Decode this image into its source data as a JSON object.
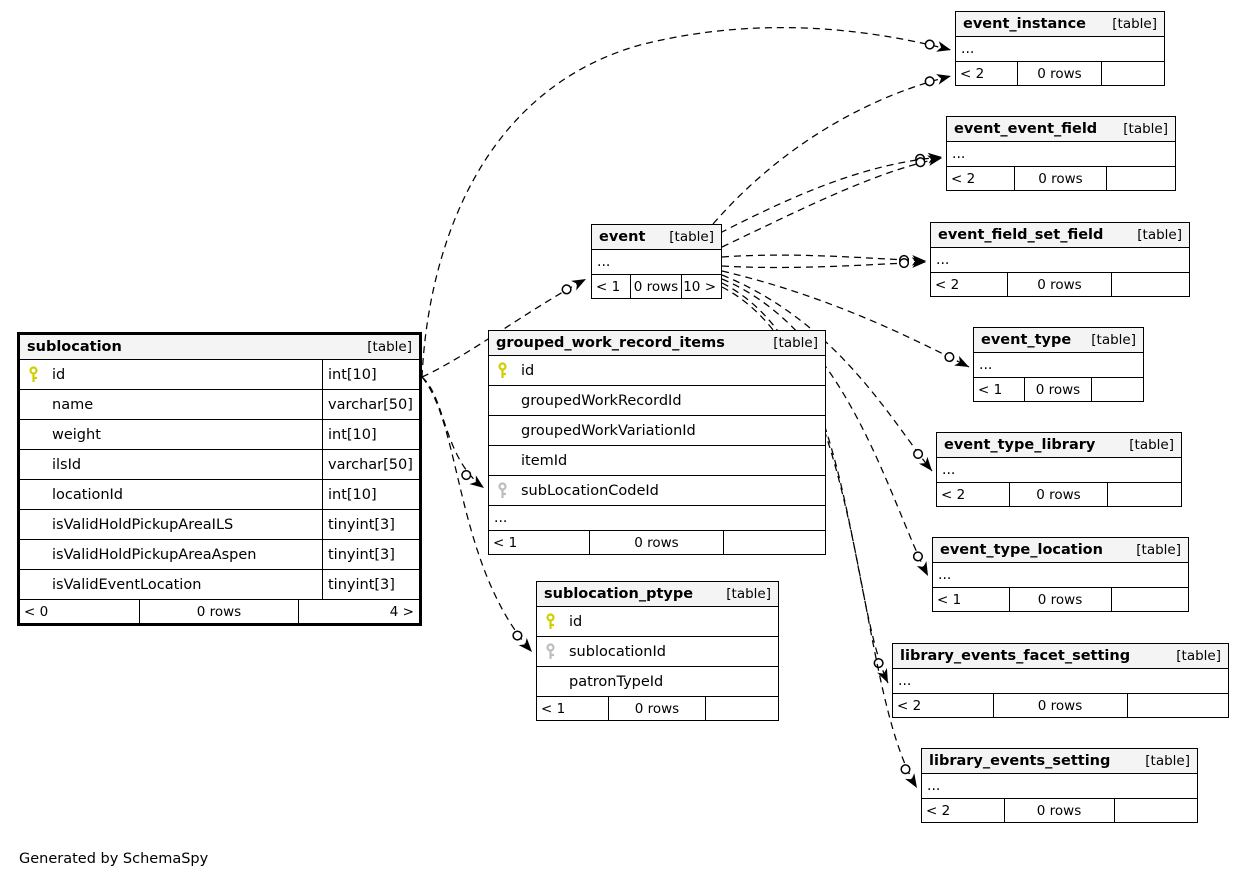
{
  "footer_note": "Generated by SchemaSpy",
  "colors": {
    "primary_key_icon": "#cfcf00",
    "foreign_key_icon": "#bdbdbd",
    "table_header_bg": "#f4f4f4",
    "border": "#000000"
  },
  "tables": [
    {
      "id": "sublocation",
      "name": "sublocation",
      "tag": "[table]",
      "emphasized": true,
      "has_types": true,
      "columns": [
        {
          "name": "id",
          "type": "int[10]",
          "key": "pk"
        },
        {
          "name": "name",
          "type": "varchar[50]",
          "key": null
        },
        {
          "name": "weight",
          "type": "int[10]",
          "key": null
        },
        {
          "name": "ilsId",
          "type": "varchar[50]",
          "key": null
        },
        {
          "name": "locationId",
          "type": "int[10]",
          "key": null
        },
        {
          "name": "isValidHoldPickupAreaILS",
          "type": "tinyint[3]",
          "key": null
        },
        {
          "name": "isValidHoldPickupAreaAspen",
          "type": "tinyint[3]",
          "key": null
        },
        {
          "name": "isValidEventLocation",
          "type": "tinyint[3]",
          "key": null
        }
      ],
      "more": null,
      "footer": {
        "parents": "< 0",
        "rows": "0 rows",
        "children": "4 >"
      }
    },
    {
      "id": "grouped_work_record_items",
      "name": "grouped_work_record_items",
      "tag": "[table]",
      "emphasized": false,
      "has_types": false,
      "columns": [
        {
          "name": "id",
          "type": null,
          "key": "pk"
        },
        {
          "name": "groupedWorkRecordId",
          "type": null,
          "key": null
        },
        {
          "name": "groupedWorkVariationId",
          "type": null,
          "key": null
        },
        {
          "name": "itemId",
          "type": null,
          "key": null
        },
        {
          "name": "subLocationCodeId",
          "type": null,
          "key": "fk"
        }
      ],
      "more": "...",
      "footer": {
        "parents": "< 1",
        "rows": "0 rows",
        "children": ""
      }
    },
    {
      "id": "sublocation_ptype",
      "name": "sublocation_ptype",
      "tag": "[table]",
      "emphasized": false,
      "has_types": false,
      "columns": [
        {
          "name": "id",
          "type": null,
          "key": "pk"
        },
        {
          "name": "sublocationId",
          "type": null,
          "key": "fk"
        },
        {
          "name": "patronTypeId",
          "type": null,
          "key": null
        }
      ],
      "more": null,
      "footer": {
        "parents": "< 1",
        "rows": "0 rows",
        "children": ""
      }
    },
    {
      "id": "event",
      "name": "event",
      "tag": "[table]",
      "emphasized": false,
      "has_types": false,
      "columns": [],
      "more": "...",
      "footer": {
        "parents": "< 1",
        "rows": "0 rows",
        "children": "10 >"
      }
    },
    {
      "id": "event_instance",
      "name": "event_instance",
      "tag": "[table]",
      "emphasized": false,
      "has_types": false,
      "columns": [],
      "more": "...",
      "footer": {
        "parents": "< 2",
        "rows": "0 rows",
        "children": ""
      }
    },
    {
      "id": "event_event_field",
      "name": "event_event_field",
      "tag": "[table]",
      "emphasized": false,
      "has_types": false,
      "columns": [],
      "more": "...",
      "footer": {
        "parents": "< 2",
        "rows": "0 rows",
        "children": ""
      }
    },
    {
      "id": "event_field_set_field",
      "name": "event_field_set_field",
      "tag": "[table]",
      "emphasized": false,
      "has_types": false,
      "columns": [],
      "more": "...",
      "footer": {
        "parents": "< 2",
        "rows": "0 rows",
        "children": ""
      }
    },
    {
      "id": "event_type",
      "name": "event_type",
      "tag": "[table]",
      "emphasized": false,
      "has_types": false,
      "columns": [],
      "more": "...",
      "footer": {
        "parents": "< 1",
        "rows": "0 rows",
        "children": ""
      }
    },
    {
      "id": "event_type_library",
      "name": "event_type_library",
      "tag": "[table]",
      "emphasized": false,
      "has_types": false,
      "columns": [],
      "more": "...",
      "footer": {
        "parents": "< 2",
        "rows": "0 rows",
        "children": ""
      }
    },
    {
      "id": "event_type_location",
      "name": "event_type_location",
      "tag": "[table]",
      "emphasized": false,
      "has_types": false,
      "columns": [],
      "more": "...",
      "footer": {
        "parents": "< 1",
        "rows": "0 rows",
        "children": ""
      }
    },
    {
      "id": "library_events_facet_setting",
      "name": "library_events_facet_setting",
      "tag": "[table]",
      "emphasized": false,
      "has_types": false,
      "columns": [],
      "more": "...",
      "footer": {
        "parents": "< 2",
        "rows": "0 rows",
        "children": ""
      }
    },
    {
      "id": "library_events_setting",
      "name": "library_events_setting",
      "tag": "[table]",
      "emphasized": false,
      "has_types": false,
      "columns": [],
      "more": "...",
      "footer": {
        "parents": "< 2",
        "rows": "0 rows",
        "children": ""
      }
    }
  ],
  "relationships": [
    {
      "from": "sublocation.id",
      "to": "event_instance"
    },
    {
      "from": "sublocation.id",
      "to": "event"
    },
    {
      "from": "sublocation.id",
      "to": "grouped_work_record_items.subLocationCodeId"
    },
    {
      "from": "sublocation.id",
      "to": "sublocation_ptype.sublocationId"
    },
    {
      "from": "event",
      "to": "event_instance"
    },
    {
      "from": "event",
      "to": "event_event_field"
    },
    {
      "from": "event",
      "to": "event_event_field"
    },
    {
      "from": "event",
      "to": "event_field_set_field"
    },
    {
      "from": "event",
      "to": "event_field_set_field"
    },
    {
      "from": "event",
      "to": "event_type"
    },
    {
      "from": "event",
      "to": "event_type_library"
    },
    {
      "from": "event",
      "to": "event_type_location"
    },
    {
      "from": "event",
      "to": "library_events_facet_setting"
    },
    {
      "from": "event",
      "to": "library_events_setting"
    }
  ]
}
